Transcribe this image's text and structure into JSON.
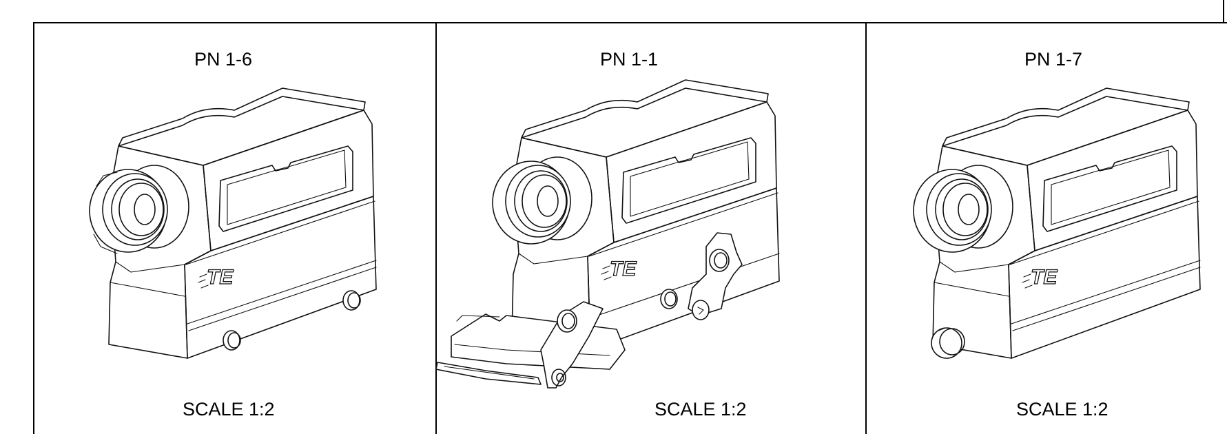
{
  "panels": [
    {
      "title": "PN 1-6",
      "scale": "SCALE 1:2",
      "logo": "TE",
      "variant": "screw-bolts-two"
    },
    {
      "title": "PN 1-1",
      "scale": "SCALE 1:2",
      "logo": "TE",
      "variant": "with-locking-bracket"
    },
    {
      "title": "PN 1-7",
      "scale": "SCALE 1:2",
      "logo": "TE",
      "variant": "single-large-bolt"
    }
  ],
  "colors": {
    "line": "#111111",
    "background": "#ffffff"
  }
}
